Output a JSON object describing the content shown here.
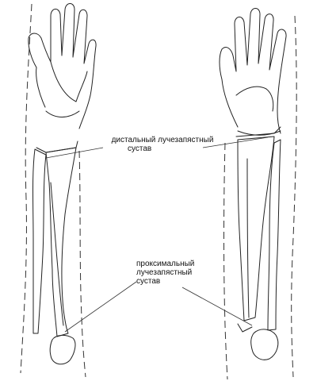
{
  "labels": {
    "distal": {
      "line1": "дистальный лучезапястный",
      "line2": "сустав"
    },
    "proximal": {
      "line1": "проксимальный",
      "line2": "лучезапястный",
      "line3": "сустав"
    }
  },
  "colors": {
    "ink": "#222222",
    "background": "#ffffff"
  }
}
